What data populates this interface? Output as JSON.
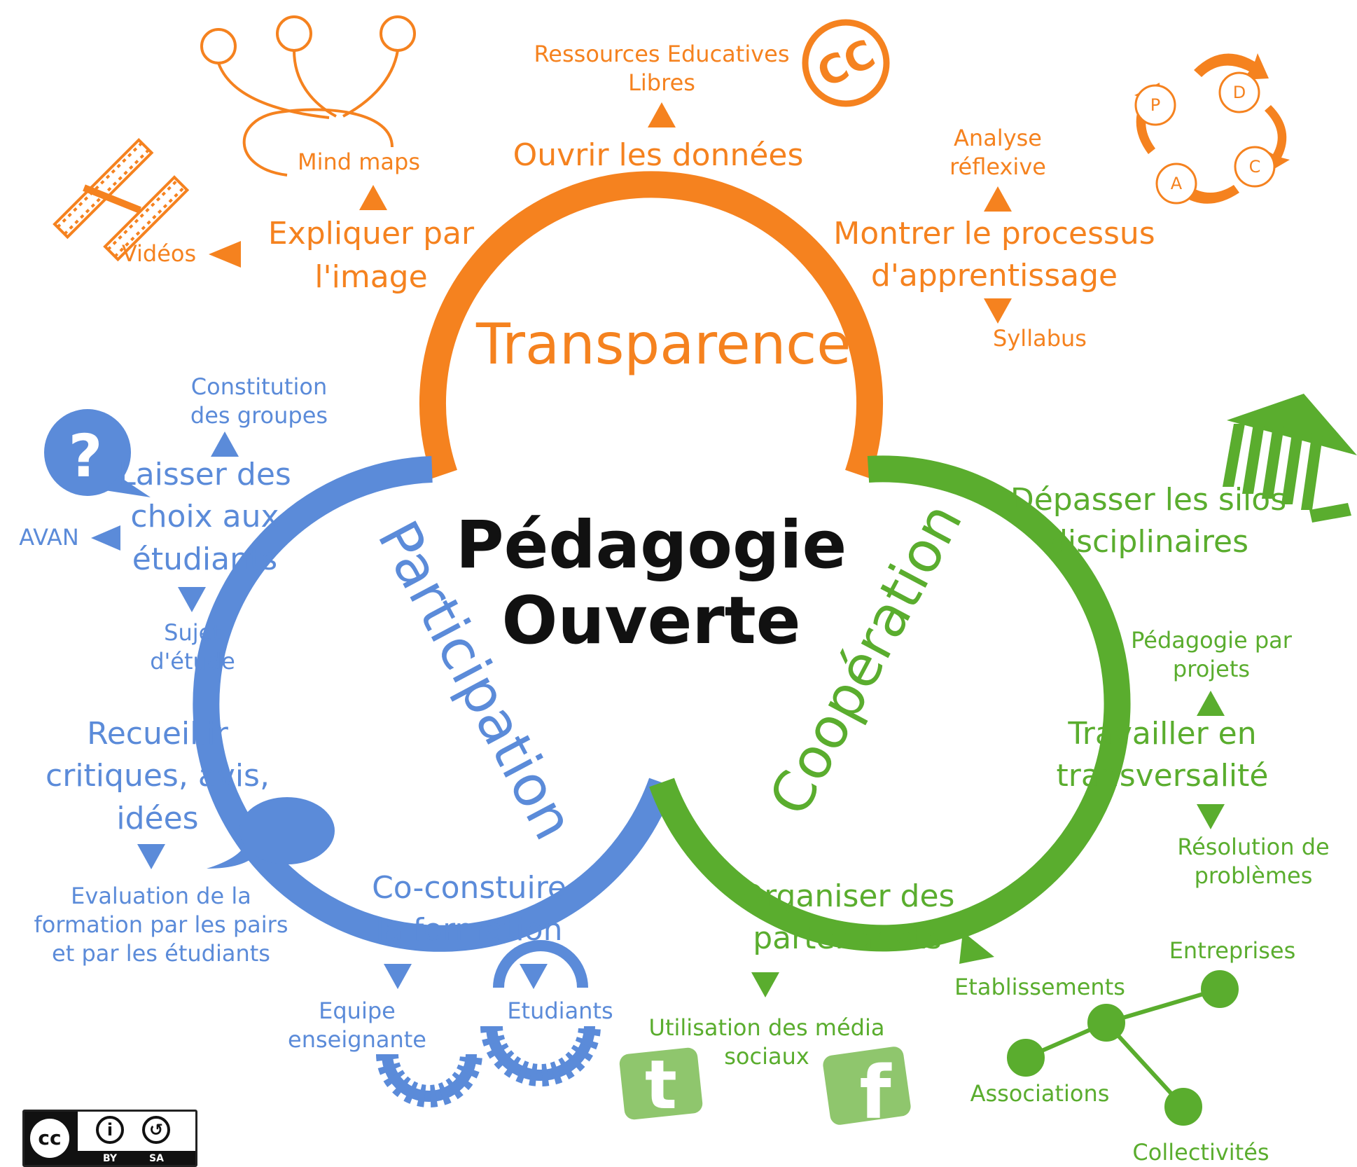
{
  "center": {
    "line1": "Pédagogie",
    "line2": "Ouverte"
  },
  "lobes": {
    "top": "Transparence",
    "left": "Participation",
    "right": "Coopération"
  },
  "colors": {
    "transparence": "#f5821f",
    "participation": "#5b8bd9",
    "cooperation": "#5aad2e",
    "text": "#111111"
  },
  "transparence": {
    "expliquer": [
      "Expliquer par",
      "l'image"
    ],
    "mind_maps": "Mind maps",
    "videos": "Vidéos",
    "ouvrir": "Ouvrir les données",
    "rel": [
      "Ressources Educatives",
      "Libres"
    ],
    "cc_icon": "CC",
    "montrer": [
      "Montrer le processus",
      "d'apprentissage"
    ],
    "analyse": [
      "Analyse",
      "réflexive"
    ],
    "syllabus": "Syllabus",
    "pdca": [
      "P",
      "D",
      "C",
      "A"
    ]
  },
  "participation": {
    "laisser": [
      "Laisser des",
      "choix aux",
      "étudiants"
    ],
    "constitution": [
      "Constitution",
      "des groupes"
    ],
    "avan": "AVAN",
    "sujet": [
      "Sujet",
      "d'étude"
    ],
    "question_icon": "?",
    "recueillir": [
      "Recueillir",
      "critiques, avis,",
      "idées"
    ],
    "evaluation": [
      "Evaluation de la",
      "formation par les pairs",
      "et par les étudiants"
    ],
    "coconstruire": [
      "Co-constuire",
      "la formation"
    ],
    "equipe": [
      "Equipe",
      "enseignante"
    ],
    "etudiants": "Etudiants"
  },
  "cooperation": {
    "depasser": [
      "Dépasser les silos",
      "disciplinaires"
    ],
    "travailler": [
      "Travailler en",
      "transversalité"
    ],
    "pedagogie_projets": [
      "Pédagogie par",
      "projets"
    ],
    "resolution": [
      "Résolution de",
      "problèmes"
    ],
    "organiser": [
      "Organiser des",
      "partenariats"
    ],
    "media": [
      "Utilisation des média",
      "sociaux"
    ],
    "twitter_icon": "t",
    "facebook_icon": "f",
    "etablissements": "Etablissements",
    "entreprises": "Entreprises",
    "associations": "Associations",
    "collectivites": "Collectivités"
  },
  "license": {
    "cc": "cc",
    "by": "BY",
    "sa": "SA"
  }
}
